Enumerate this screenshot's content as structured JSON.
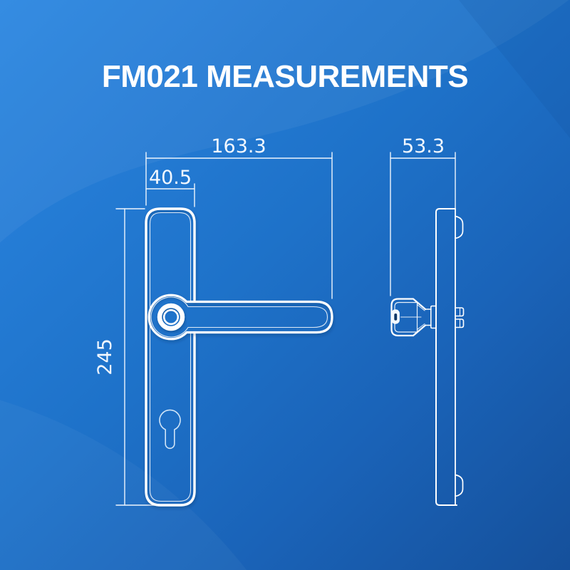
{
  "title": "FM021 MEASUREMENTS",
  "dimensions": {
    "front": {
      "total_width": "163.3",
      "plate_width": "40.5",
      "plate_height": "245"
    },
    "side": {
      "total_depth": "53.3"
    }
  },
  "colors": {
    "background_start": "#2b86e1",
    "background_end": "#15509b",
    "dimension_line": "#eef5fd",
    "outline": "#ffffff",
    "detail_outline": "#cfe4f7",
    "keyhole_slot": "#0d3767"
  }
}
